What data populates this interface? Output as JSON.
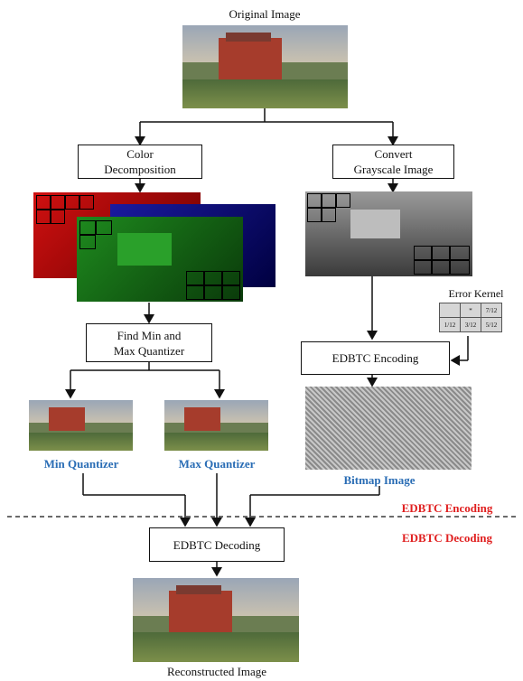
{
  "labels": {
    "original": "Original Image",
    "color_decomp_line1": "Color",
    "color_decomp_line2": "Decomposition",
    "convert_line1": "Convert",
    "convert_line2": "Grayscale Image",
    "error_kernel": "Error Kernel",
    "find_line1": "Find Min and",
    "find_line2": "Max Quantizer",
    "edbtc_encoding_box": "EDBTC Encoding",
    "min_quantizer": "Min Quantizer",
    "max_quantizer": "Max Quantizer",
    "bitmap_image": "Bitmap Image",
    "edbtc_encoding_section": "EDBTC Encoding",
    "edbtc_decoding_section": "EDBTC Decoding",
    "edbtc_decoding_box": "EDBTC Decoding",
    "reconstructed": "Reconstructed Image"
  },
  "kernel": {
    "row1": [
      "",
      "*",
      "7/12"
    ],
    "row2": [
      "1/12",
      "3/12",
      "5/12"
    ]
  },
  "colors": {
    "blue_label": "#2a6db5",
    "red_label": "#e02020"
  }
}
